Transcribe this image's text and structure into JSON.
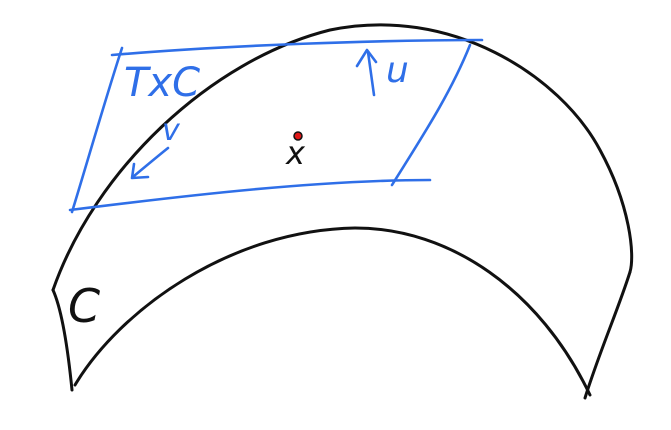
{
  "labels": {
    "tangent_plane": "TxC",
    "curve": "C",
    "vector_u": "u",
    "vector_v": "v",
    "point": "x"
  },
  "colors": {
    "curve_ink": "#111111",
    "plane_ink": "#2f6fe8",
    "point_dot": "#e01818",
    "background": "#ffffff"
  }
}
